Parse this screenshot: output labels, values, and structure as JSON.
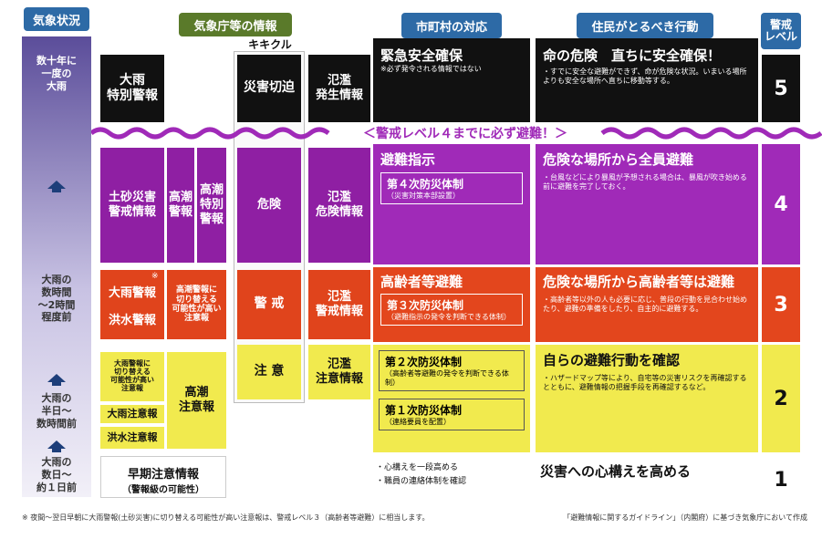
{
  "headers": {
    "weather_status": "気象状況",
    "jma_info": "気象庁等の情報",
    "kikikuru": "キキクル",
    "municipality": "市町村の対応",
    "residents": "住民がとるべき行動",
    "alert_level": "警戒\nレベル"
  },
  "timeline": {
    "rare": "数十年に\n一度の\n大雨",
    "hours": "大雨の\n数時間\n～2時間\n程度前",
    "half_day": "大雨の\n半日～\n数時間前",
    "days": "大雨の\n数日～\n約１日前"
  },
  "jma": {
    "special_warning": "大雨\n特別警報",
    "landslide_alert": "土砂災害\n警戒情報",
    "storm_surge_warning": "高潮\n警報",
    "storm_surge_special": "高潮\n特別\n警報",
    "heavy_rain_warning": "大雨警報",
    "flood_warning": "洪水警報",
    "warning_note_mark": "※",
    "surge_advisory_switch": "高潮警報に\n切り替える\n可能性が高い\n注意報",
    "rain_advisory_switch": "大雨警報に\n切り替える\n可能性が高い\n注意報",
    "surge_advisory": "高潮\n注意報",
    "rain_advisory": "大雨注意報",
    "flood_advisory": "洪水注意報",
    "early_warning": "早期注意情報",
    "early_warning_sub": "（警報級の可能性）"
  },
  "kikikuru": {
    "disaster": "災害切迫",
    "danger": "危険",
    "alert": "警 戒",
    "caution": "注 意"
  },
  "river": {
    "overflow_occurred": "氾濫\n発生情報",
    "overflow_danger": "氾濫\n危険情報",
    "overflow_alert": "氾濫\n警戒情報",
    "overflow_caution": "氾濫\n注意情報"
  },
  "municipality": {
    "emergency": "緊急安全確保",
    "emergency_note": "※必ず発令される情報ではない",
    "evacuation_order": "避難指示",
    "system4": "第４次防災体制",
    "system4_sub": "（災害対策本部設置）",
    "elderly_evac": "高齢者等避難",
    "system3": "第３次防災体制",
    "system3_sub": "（避難指示の発令を判断できる体制）",
    "system2": "第２次防災体制",
    "system2_sub": "（高齢者等避難の発令を判断できる体制）",
    "system1": "第１次防災体制",
    "system1_sub": "（連絡要員を配置）",
    "prep1": "・心構えを一段高める",
    "prep2": "・職員の連絡体制を確認"
  },
  "residents": {
    "l5_title": "命の危険　直ちに安全確保！",
    "l5_text": "・すでに安全な避難ができず、命が危険な状況。いまいる場所よりも安全な場所へ直ちに移動等する。",
    "l4_title": "危険な場所から全員避難",
    "l4_text": "・台風などにより暴風が予想される場合は、暴風が吹き始める前に避難を完了しておく。",
    "l3_title": "危険な場所から高齢者等は避難",
    "l3_text": "・高齢者等以外の人も必要に応じ、普段の行動を見合わせ始めたり、避難の準備をしたり、自主的に避難する。",
    "l2_title": "自らの避難行動を確認",
    "l2_text": "・ハザードマップ等により、自宅等の災害リスクを再確認するとともに、避難情報の把握手段を再確認するなど。",
    "l1_title": "災害への心構えを高める"
  },
  "banner": "＜警戒レベル４までに必ず避難！＞",
  "levels": [
    "5",
    "4",
    "3",
    "2",
    "1"
  ],
  "footer": {
    "note": "※ 夜間～翌日早朝に大雨警報(土砂災害)に切り替える可能性が高い注意報は、警戒レベル３（高齢者等避難）に相当します。",
    "source": "「避難情報に関するガイドライン」（内閣府）に基づき気象庁において作成"
  },
  "colors": {
    "level5": "#111111",
    "level4": "#a02ab8",
    "level3": "#e3461d",
    "level2": "#f1ea4e",
    "header_green": "#5a7a2a",
    "header_blue": "#2d6aa6"
  }
}
